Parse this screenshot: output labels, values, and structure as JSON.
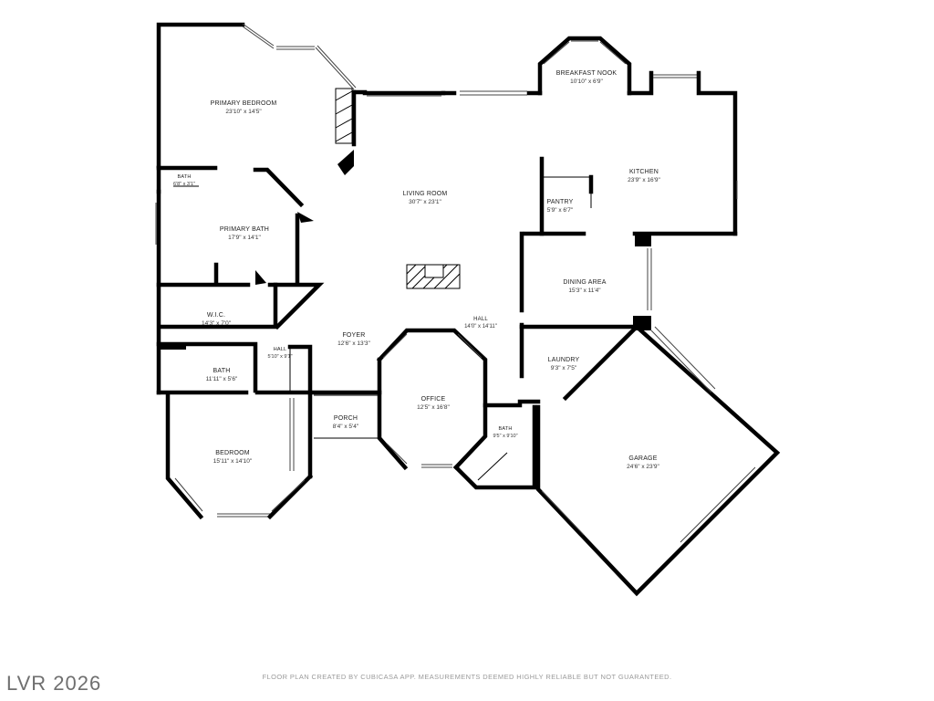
{
  "rooms": {
    "primary_bedroom": {
      "name": "PRIMARY BEDROOM",
      "dims": "23'10\" x 14'5\""
    },
    "bath_small": {
      "name": "BATH",
      "dims": "6'8\" x 3'1\""
    },
    "primary_bath": {
      "name": "PRIMARY BATH",
      "dims": "17'9\" x 14'1\""
    },
    "wic": {
      "name": "W.I.C.",
      "dims": "14'3\" x 7'0\""
    },
    "hall_small": {
      "name": "HALL",
      "dims": "5'10\" x 9'1\""
    },
    "bath_2": {
      "name": "BATH",
      "dims": "11'11\" x 5'6\""
    },
    "bedroom": {
      "name": "BEDROOM",
      "dims": "15'11\" x 14'10\""
    },
    "porch": {
      "name": "PORCH",
      "dims": "8'4\" x 5'4\""
    },
    "foyer": {
      "name": "FOYER",
      "dims": "12'6\" x 13'3\""
    },
    "living_room": {
      "name": "LIVING ROOM",
      "dims": "30'7\" x 23'1\""
    },
    "hall_main": {
      "name": "HALL",
      "dims": "14'0\" x 14'11\""
    },
    "office": {
      "name": "OFFICE",
      "dims": "12'5\" x 16'8\""
    },
    "bath_3": {
      "name": "BATH",
      "dims": "9'5\" x 9'10\""
    },
    "breakfast_nook": {
      "name": "BREAKFAST NOOK",
      "dims": "10'10\" x 6'9\""
    },
    "kitchen": {
      "name": "KITCHEN",
      "dims": "23'9\" x 16'9\""
    },
    "pantry": {
      "name": "PANTRY",
      "dims": "5'9\" x 6'7\""
    },
    "dining_area": {
      "name": "DINING AREA",
      "dims": "15'3\" x 11'4\""
    },
    "laundry": {
      "name": "LAUNDRY",
      "dims": "9'3\" x 7'5\""
    },
    "garage": {
      "name": "GARAGE",
      "dims": "24'6\" x 23'9\""
    }
  },
  "footer": {
    "disclaimer": "FLOOR PLAN CREATED BY CUBICASA APP. MEASUREMENTS DEEMED HIGHLY RELIABLE BUT NOT GUARANTEED."
  },
  "brand": {
    "logo_text": "LVR 2026"
  },
  "colors": {
    "walls": "#000000",
    "background": "#ffffff",
    "footer_text": "#9a9a9a",
    "logo": "#6f6f6f"
  }
}
